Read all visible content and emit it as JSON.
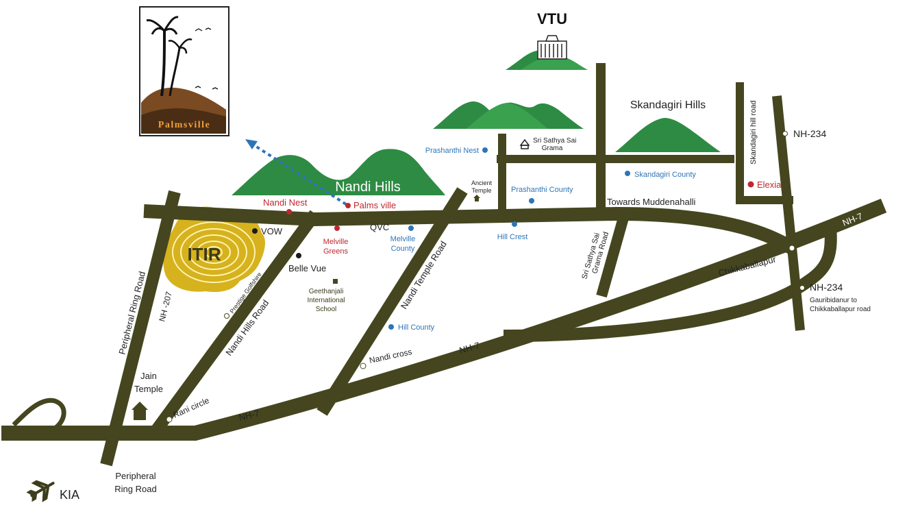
{
  "logo": {
    "text": "Palmsville"
  },
  "landmarks": {
    "vtu": "VTU",
    "skandagiri_hills": "Skandagiri Hills",
    "nandi_hills": "Nandi Hills",
    "itir": "ITIR",
    "sri_sathya_sai_grama_line1": "Sri Sathya Sai",
    "sri_sathya_sai_grama_line2": "Grama",
    "ancient_temple_line1": "Ancient",
    "ancient_temple_line2": "Temple",
    "jain_temple_line1": "Jain",
    "jain_temple_line2": "Temple",
    "geethanjali_line1": "Geethanjali",
    "geethanjali_line2": "International",
    "geethanjali_line3": "School",
    "kia": "KIA"
  },
  "roads": {
    "peripheral_ring_road": "Peripheral Ring Road",
    "nh207": "NH -207",
    "nandi_hills_road": "Nandi Hills Road",
    "prestige_golfshire": "Prestige Golfshire",
    "nandi_temple_road": "Nandi Temple Road",
    "sri_sathya_sai_grama_road_line1": "Sri Sathya Sai",
    "sri_sathya_sai_grama_road_line2": "Grama Road",
    "skandagiri_hill_road": "Skandagiri hill road",
    "nh7_a": "NH-7",
    "nh7_b": "NH-7",
    "nh7_c": "NH-7",
    "nh234_top": "NH-234",
    "nh234_bottom": "NH-234",
    "gauribidanur_line1": "Gauribidanur to",
    "gauribidanur_line2": "Chikkaballapur road",
    "towards_muddenahalli": "Towards Muddenahalli",
    "peripheral_bottom_line1": "Peripheral",
    "peripheral_bottom_line2": "Ring Road"
  },
  "places": {
    "nandi_nest": "Nandi Nest",
    "palms_ville": "Palms ville",
    "vow": "VOW",
    "belle_vue": "Belle Vue",
    "melville_greens_line1": "Melville",
    "melville_greens_line2": "Greens",
    "qvc": "QVC",
    "melville_county_line1": "Melville",
    "melville_county_line2": "County",
    "prashanthi_nest": "Prashanthi Nest",
    "prashanthi_county": "Prashanthi County",
    "hill_crest": "Hill Crest",
    "skandagiri_county": "Skandagiri County",
    "elexia": "Elexia",
    "hill_county": "Hill County",
    "nandi_cross": "Nandi cross",
    "rani_circle": "Rani circle",
    "chikkaballapur": "Chikkaballapur"
  },
  "colors": {
    "road": "#45461f",
    "hill": "#2e8b43",
    "hill_light": "#3aa14f",
    "itir": "#d6b21e",
    "red_marker": "#c0272d",
    "blue_marker": "#2e75b6",
    "dark_marker": "#1a1a1a"
  }
}
